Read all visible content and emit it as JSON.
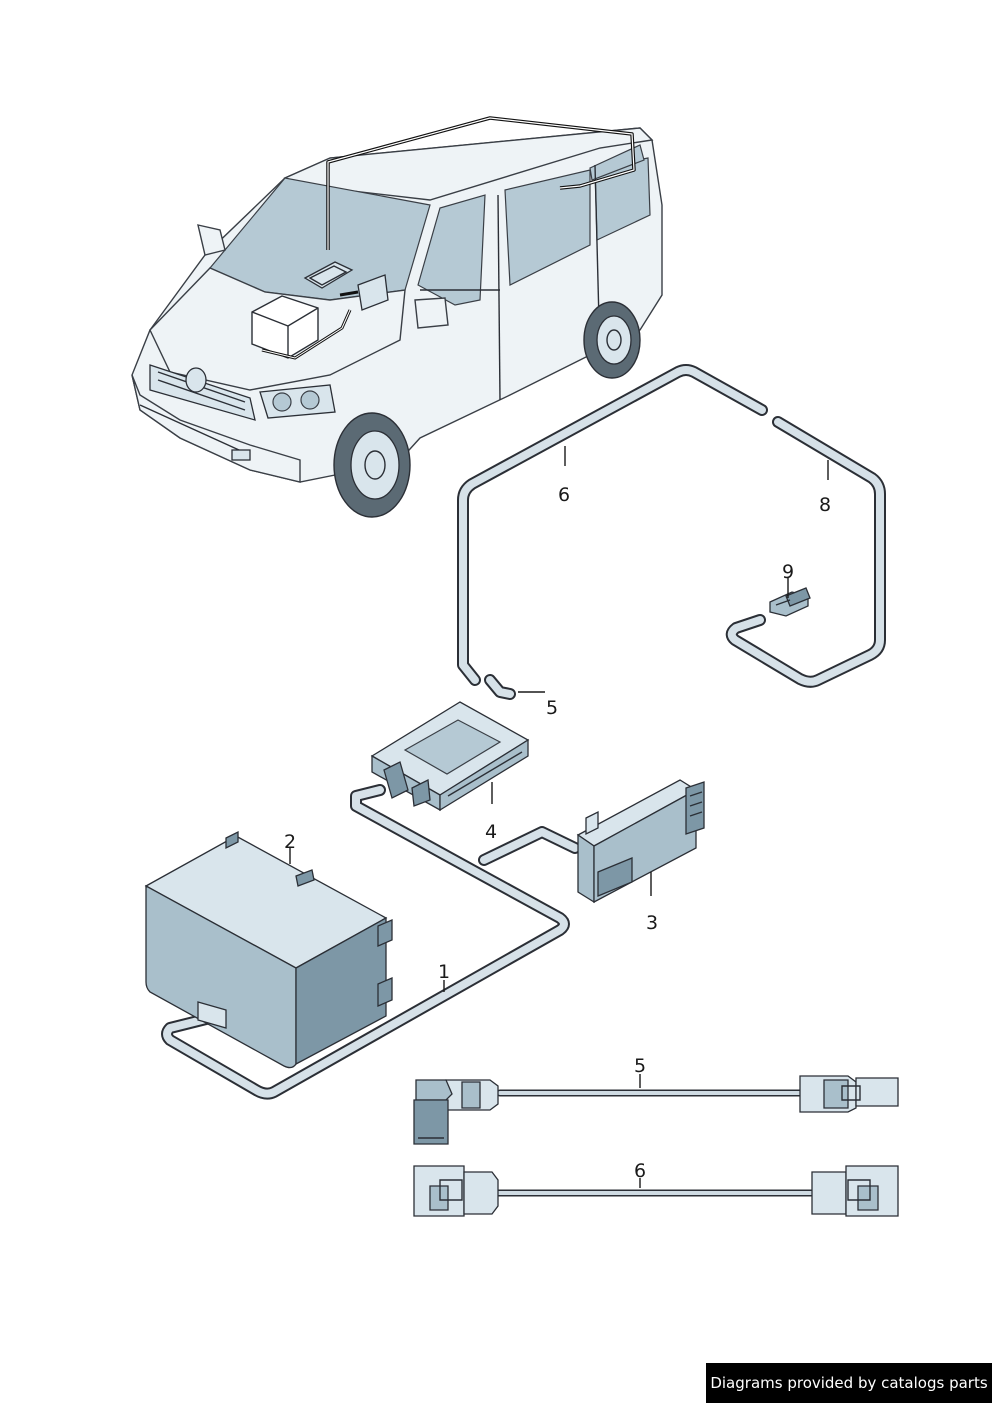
{
  "callouts": {
    "c1": "1",
    "c2": "2",
    "c3": "3",
    "c4": "4",
    "c5a": "5",
    "c5b": "5",
    "c6a": "6",
    "c6b": "6",
    "c8": "8",
    "c9": "9"
  },
  "footer": {
    "text": "Diagrams provided by catalogs parts"
  },
  "colors": {
    "line": "#2b2f36",
    "component_fill": "#a9bfcb",
    "glass": "#b5c9d4",
    "banner": "#000000"
  }
}
